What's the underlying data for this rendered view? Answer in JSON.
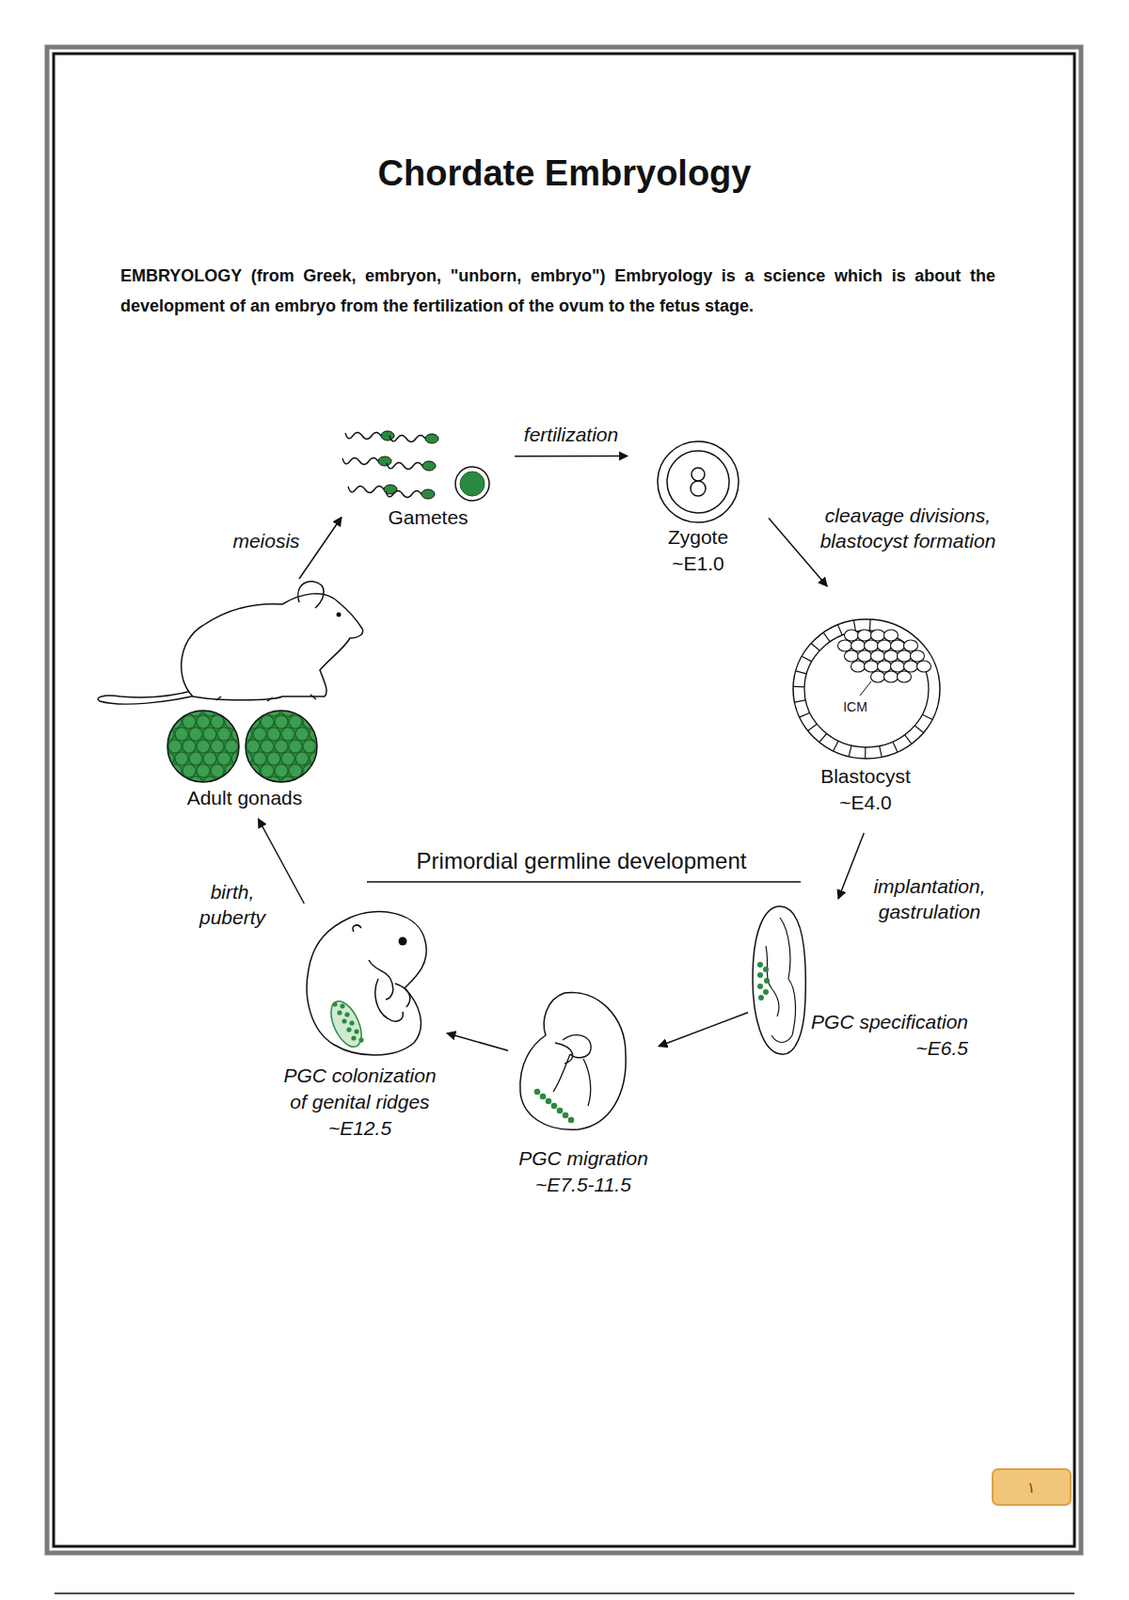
{
  "diagram": {
    "title": "Chordate Embryology",
    "nodes": [
      {
        "text": [
          "Gametes"
        ]
      },
      {
        "text": [
          "Zygote",
          "~E1.0"
        ]
      },
      {
        "text": [
          "Blastocyst",
          "~E4.0"
        ]
      },
      {
        "text": [
          "PGC specification",
          "~E6.5"
        ]
      },
      {
        "text": [
          "PGC migration",
          "~E7.5-11.5"
        ]
      },
      {
        "text": [
          "PGC colonization of genital ridges",
          "~E12.5"
        ]
      },
      {
        "text": [
          "Adult gonads"
        ]
      }
    ],
    "edges": [
      {
        "from": 0,
        "to": 1,
        "label": "fertilization",
        "arrow": "to"
      },
      {
        "from": 1,
        "to": 2,
        "label": "cleavage divisions, blastocyst formation",
        "arrow": "to"
      },
      {
        "from": 2,
        "to": 3,
        "label": "implantation, gastrulation",
        "arrow": "to"
      },
      {
        "from": 3,
        "to": 4,
        "arrow": "to"
      },
      {
        "from": 4,
        "to": 5,
        "arrow": "to"
      },
      {
        "from": 5,
        "to": 6,
        "label": "birth, puberty",
        "arrow": "to"
      },
      {
        "from": 6,
        "to": 0,
        "label": "meiosis",
        "arrow": "to"
      }
    ],
    "labels": [
      "EMBRYOLOGY (from Greek, embryon, \"unborn, embryo\") Embryology is a science which is about the development of an embryo from the fertilization of the ovum to the fetus stage.",
      "ICM",
      "Primordial germline development",
      "١"
    ]
  }
}
